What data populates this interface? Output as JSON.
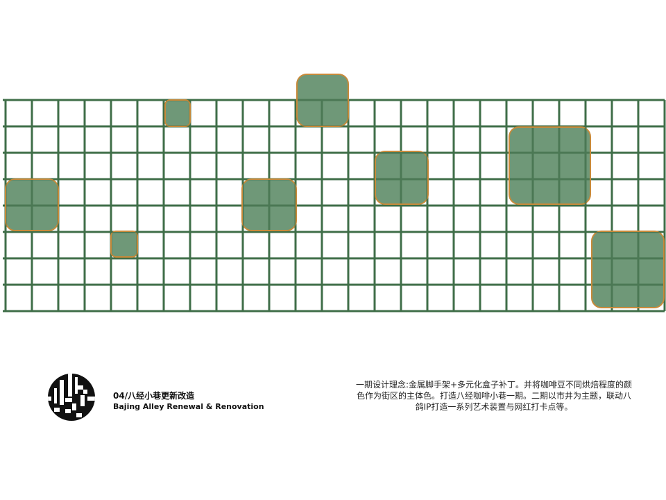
{
  "diagram": {
    "grid_color": "#3f6e48",
    "patch_fill": "#6f9878",
    "patch_stroke": "#c98a3a",
    "columns": 25,
    "rows": 8
  },
  "project": {
    "title_cn": "04/八经小巷更新改造",
    "title_en": "Bajing Alley Renewal & Renovation",
    "logo": "project-logo"
  },
  "description": {
    "text": "一期设计理念:金属脚手架+多元化盒子补丁。并将咖啡豆不同烘焙程度的颜色作为街区的主体色。打造八经咖啡小巷一期。二期以市井为主题，联动八鸽IP打造一系列艺术装置与网红打卡点等。"
  }
}
